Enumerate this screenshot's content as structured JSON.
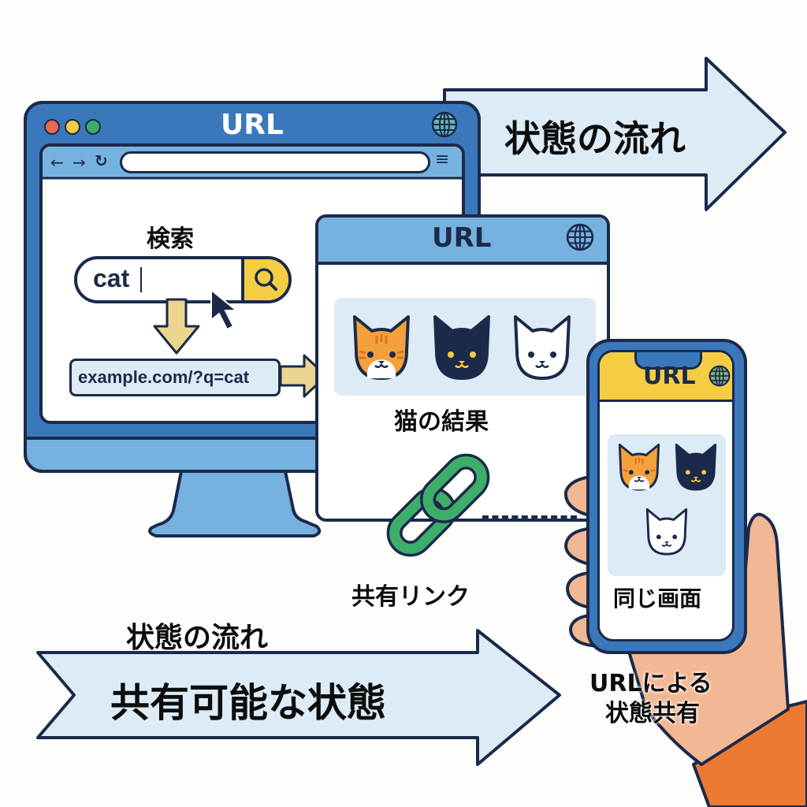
{
  "colors": {
    "outline": "#1b2a4a",
    "bezel_blue": "#3a78bb",
    "light_blue": "#76b2e0",
    "arrow_fill": "#dcebf5",
    "yellow": "#f5cd45",
    "pale_yellow": "#ecd58e",
    "link_green": "#3dae6a",
    "skin": "#f2b793",
    "sleeve": "#ec7a32",
    "dot_red": "#ee6a4f",
    "dot_yellow": "#f5cd45",
    "dot_green": "#3dae6a",
    "orange_cat": "#f3a13a",
    "black_cat": "#1b2a4a",
    "white_cat": "#ffffff"
  },
  "desktop": {
    "title": "URL",
    "window_dots": [
      "red",
      "yellow",
      "green"
    ],
    "nav_icons": [
      "back-arrow-icon",
      "forward-arrow-icon",
      "reload-icon"
    ],
    "address_value": "",
    "menu_icon": "hamburger-menu-icon",
    "globe_icon": "globe-icon",
    "search_heading": "検索",
    "search_value": "cat",
    "search_button_icon": "magnifier-icon",
    "url_result": "example.com/?q=cat"
  },
  "results_window": {
    "title": "URL",
    "cats": [
      "orange-tabby",
      "black",
      "white"
    ],
    "caption": "猫の結果"
  },
  "share": {
    "link_label": "共有リンク"
  },
  "phone": {
    "title": "URL",
    "cats": [
      "orange-tabby",
      "black",
      "white"
    ],
    "caption": "同じ画面",
    "footer_line1": "URLによる",
    "footer_line2": "状態共有"
  },
  "arrows": {
    "top_label": "状態の流れ",
    "bottom_heading": "状態の流れ",
    "bottom_label": "共有可能な状態"
  }
}
